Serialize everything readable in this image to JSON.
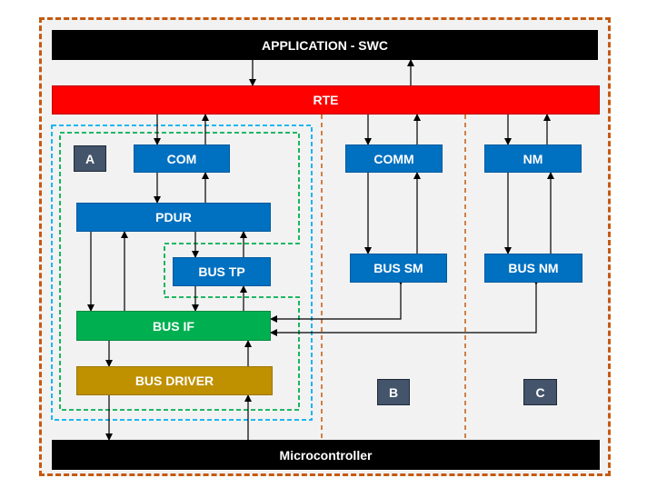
{
  "diagram": {
    "application": "APPLICATION - SWC",
    "rte": "RTE",
    "microcontroller": "Microcontroller",
    "section_a": {
      "tag": "A",
      "com": "COM",
      "pdur": "PDUR",
      "bus_tp": "BUS TP",
      "bus_if": "BUS IF",
      "bus_driver": "BUS DRIVER"
    },
    "section_b": {
      "tag": "B",
      "comm": "COMM",
      "bus_sm": "BUS SM"
    },
    "section_c": {
      "tag": "C",
      "nm": "NM",
      "bus_nm": "BUS NM"
    }
  },
  "colors": {
    "outer_border": "#c55a11",
    "rte": "#ff0000",
    "module_blue": "#0070c0",
    "bus_if_green": "#00b050",
    "bus_driver_gold": "#bf9000",
    "tag_grey": "#44546a",
    "section_a_cyan": "#00b0f0",
    "inner_green": "#00b050"
  }
}
